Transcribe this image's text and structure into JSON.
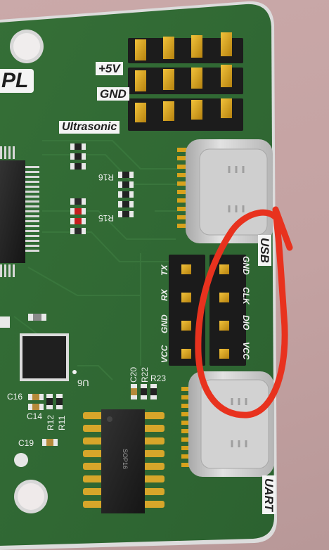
{
  "board": {
    "brand_fragment": "PL",
    "header_labels": [
      "+5V",
      "GND",
      "Ultrasonic"
    ],
    "usb_label": "USB",
    "uart_label": "UART",
    "left_header_pins": [
      "TX",
      "RX",
      "GND",
      "VCC"
    ],
    "right_header_pins": [
      "GND",
      "CLK",
      "DIO",
      "VCC"
    ],
    "components": {
      "r16": "R16",
      "r15": "R15",
      "u6": "U6",
      "c20": "C20",
      "r22": "R22",
      "r23": "R23",
      "c16": "C16",
      "c14": "C14",
      "r12": "R12",
      "r11": "R11",
      "c19": "C19",
      "sop16": "SOP16"
    }
  },
  "colors": {
    "pcb": "#2f6a33",
    "annotation": "#e8321e",
    "header_pin": "#d8a21c",
    "usb_metal": "#c7c7c7"
  }
}
